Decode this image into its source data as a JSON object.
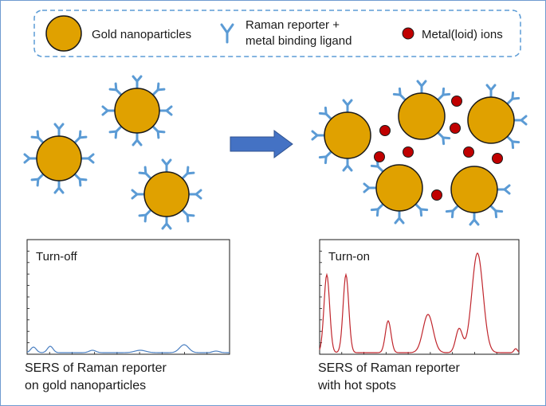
{
  "legend": {
    "gold_label": "Gold nanoparticles",
    "reporter_label_line1": "Raman reporter +",
    "reporter_label_line2": "metal binding ligand",
    "ion_label": "Metal(loid) ions"
  },
  "spectra": {
    "off": {
      "title": "Turn-off",
      "caption_line1": "SERS of Raman reporter",
      "caption_line2": "on gold nanoparticles",
      "line_color": "#4a7fc1"
    },
    "on": {
      "title": "Turn-on",
      "caption_line1": "SERS of Raman reporter",
      "caption_line2": "with hot spots",
      "line_color": "#c0262d"
    }
  },
  "colors": {
    "gold_fill": "#e0a100",
    "gold_stroke": "#1a1a1a",
    "ligand": "#5b9bd5",
    "ion_fill": "#c00000",
    "arrow_fill": "#4472c4",
    "legend_border": "#5b9bd5"
  },
  "icons": {
    "ligand": "y-shaped-ligand-icon",
    "ion": "red-dot-icon",
    "arrow": "right-arrow-icon"
  }
}
